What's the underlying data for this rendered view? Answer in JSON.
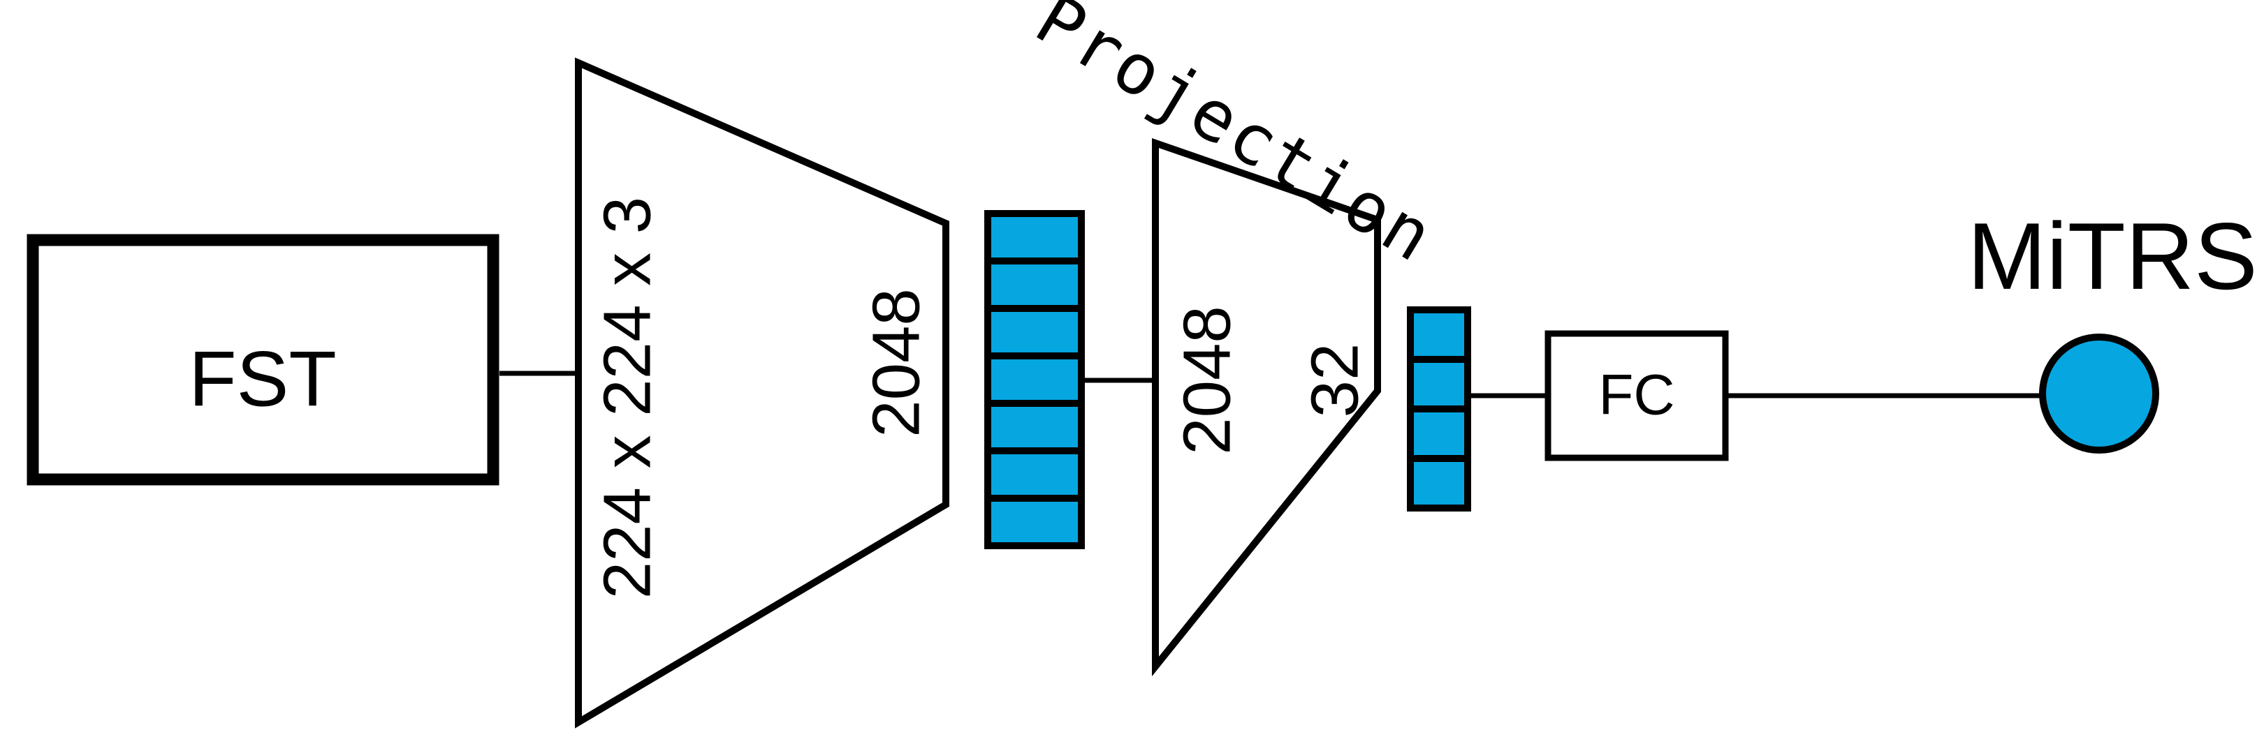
{
  "diagram": {
    "title": "MiTRS network architecture pipeline",
    "orientation": "left-to-right",
    "background_color": "#ffffff",
    "accent_color": "#06a6e0",
    "line_color": "#000000",
    "nodes": {
      "input_block": {
        "label": "FST",
        "shape": "rectangle",
        "stroke": "thick"
      },
      "backbone": {
        "shape": "trapezoid-widening-left",
        "input_label": "224 x 224 x 3",
        "output_label": "2048"
      },
      "feature_vector": {
        "shape": "vector-stack",
        "cell_count": 7,
        "fill": "#06a6e0"
      },
      "projection": {
        "name": "Projection",
        "shape": "trapezoid-widening-left",
        "input_label": "2048",
        "output_label": "32"
      },
      "embedding_vector": {
        "shape": "vector-stack",
        "cell_count": 4,
        "fill": "#06a6e0"
      },
      "fc_block": {
        "label": "FC",
        "shape": "rectangle",
        "stroke": "thin"
      },
      "output_node": {
        "label": "MiTRS",
        "shape": "circle",
        "fill": "#06a6e0"
      }
    },
    "connectors": [
      {
        "from": "input_block",
        "to": "backbone"
      },
      {
        "from": "feature_vector",
        "to": "projection"
      },
      {
        "from": "embedding_vector",
        "to": "fc_block"
      },
      {
        "from": "fc_block",
        "to": "output_node"
      }
    ]
  }
}
